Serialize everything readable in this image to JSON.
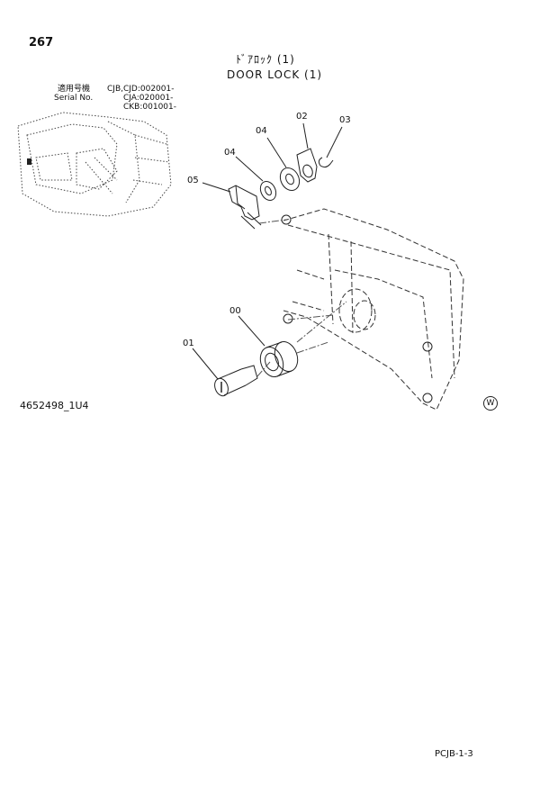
{
  "page": {
    "number": "267",
    "title_jp": "ﾄﾞｱﾛｯｸ (1)",
    "title_en": "DOOR LOCK (1)",
    "serial": {
      "label_jp": "適用号機",
      "label_en": "Serial No.",
      "line1": "CJB,CJD:002001-",
      "line2": "CJA:020001-",
      "line3": "CKB:001001-"
    },
    "drawing_code": "4652498_1U4",
    "revision_mark": "W",
    "page_code": "PCJB-1-3"
  },
  "callouts": {
    "c00": "00",
    "c01": "01",
    "c02": "02",
    "c03": "03",
    "c04a": "04",
    "c04b": "04",
    "c05": "05"
  }
}
